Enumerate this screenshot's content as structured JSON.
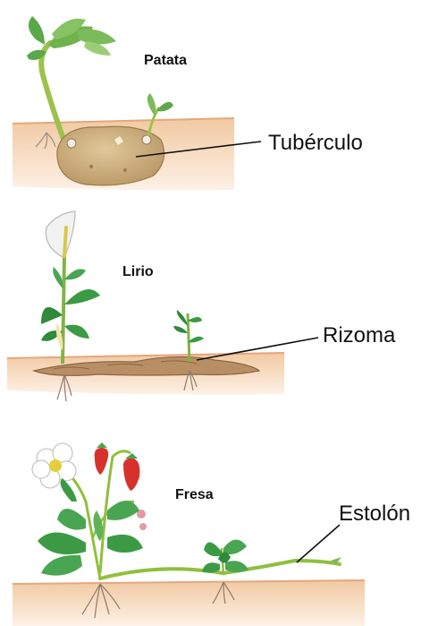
{
  "sections": [
    {
      "name": "Patata",
      "label": "Tubérculo"
    },
    {
      "name": "Lirio",
      "label": "Rizoma"
    },
    {
      "name": "Fresa",
      "label": "Estolón"
    }
  ],
  "colors": {
    "soil": "#f4d2b0",
    "soil_edge": "#e9b98f",
    "leaf": "#3f9e48",
    "leaf_light": "#7cc05e",
    "stem": "#8fbf3e",
    "potato": "#cdb07e",
    "rhizome": "#b68d62",
    "strawberry": "#d9322a",
    "root": "#9a8a7a"
  }
}
